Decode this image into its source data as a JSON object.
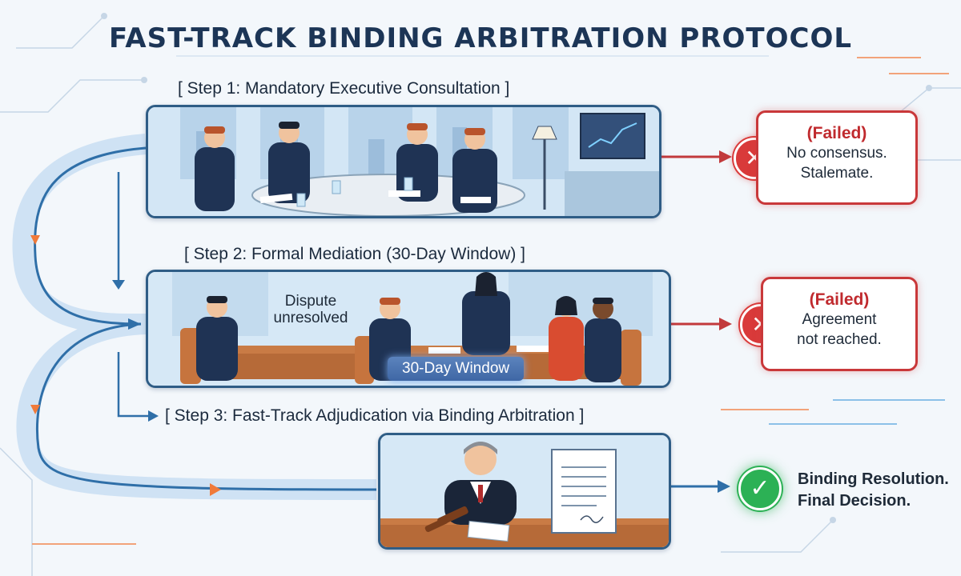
{
  "title": "FAST-TRACK BINDING ARBITRATION PROTOCOL",
  "steps": [
    {
      "label": "[ Step 1: Mandatory Executive Consultation ]"
    },
    {
      "label": "[ Step 2: Formal Mediation (30-Day Window) ]",
      "overlay": [
        "Dispute",
        "unresolved"
      ],
      "badge": "30-Day Window"
    },
    {
      "label": "[ Step 3: Fast-Track Adjudication via Binding Arbitration ]"
    }
  ],
  "outcomes": [
    {
      "status": "(Failed)",
      "lines": [
        "No consensus.",
        "Stalemate."
      ],
      "icon": "x-icon"
    },
    {
      "status": "(Failed)",
      "lines": [
        "Agreement",
        "not reached."
      ],
      "icon": "x-icon"
    },
    {
      "lines": [
        "Binding Resolution.",
        "Final Decision."
      ],
      "icon": "check-icon"
    }
  ],
  "colors": {
    "title": "#1c3556",
    "failed": "#c9383a",
    "success": "#2cb155",
    "flow": "#2f6fa8",
    "accent": "#f07a3a"
  }
}
